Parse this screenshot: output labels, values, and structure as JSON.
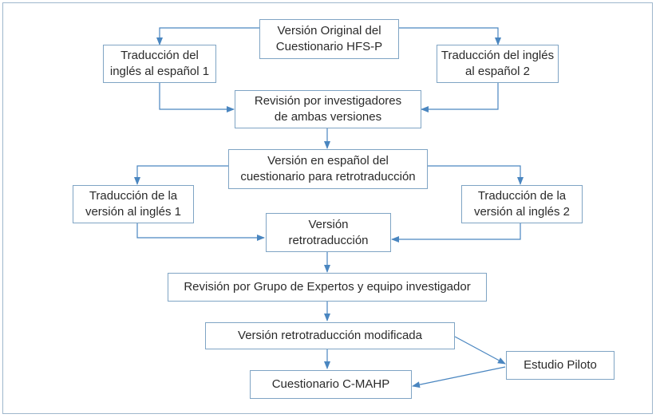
{
  "colors": {
    "border": "#7fa4c4",
    "arrow": "#4a86c0",
    "frame": "#9fb7cc",
    "text": "#2a2a2a"
  },
  "nodes": {
    "original": "Versión Original del\nCuestionario HFS-P",
    "trad1": "Traducción del\ninglés al español 1",
    "trad2": "Traducción del inglés\nal español 2",
    "revision": "Revisión por investigadores\nde ambas versiones",
    "espanol": "Versión en español del\ncuestionario para retrotraducción",
    "retro1": "Traducción de la\nversión al inglés 1",
    "retro2": "Traducción de la\nversión al inglés 2",
    "version_retro": "Versión\nretrotraducción",
    "expertos": "Revisión por Grupo de Expertos y equipo investigador",
    "modificada": "Versión retrotraducción modificada",
    "cmahp": "Cuestionario C-MAHP",
    "piloto": "Estudio Piloto"
  },
  "edges": [
    [
      "original",
      "trad1"
    ],
    [
      "original",
      "trad2"
    ],
    [
      "trad1",
      "revision"
    ],
    [
      "trad2",
      "revision"
    ],
    [
      "revision",
      "espanol"
    ],
    [
      "espanol",
      "retro1"
    ],
    [
      "espanol",
      "retro2"
    ],
    [
      "retro1",
      "version_retro"
    ],
    [
      "retro2",
      "version_retro"
    ],
    [
      "version_retro",
      "expertos"
    ],
    [
      "expertos",
      "modificada"
    ],
    [
      "modificada",
      "cmahp"
    ],
    [
      "modificada",
      "piloto"
    ],
    [
      "piloto",
      "cmahp"
    ]
  ]
}
